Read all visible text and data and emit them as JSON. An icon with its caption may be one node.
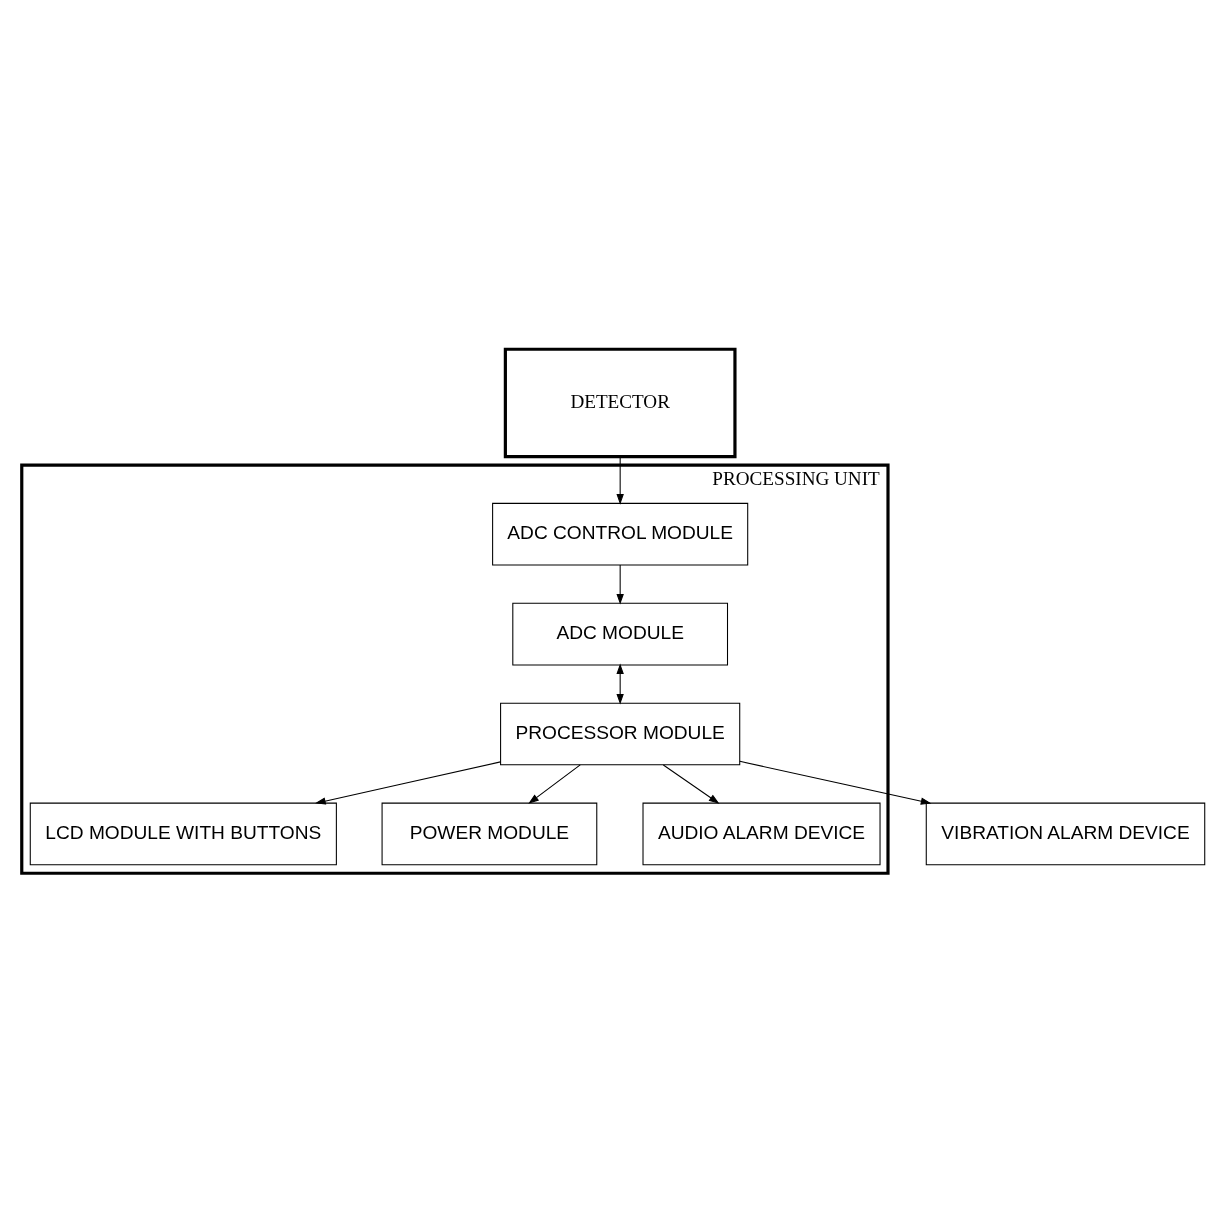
{
  "diagram": {
    "nodes": [
      {
        "text": [
          "DETECTOR"
        ]
      },
      {
        "text": [
          "PROCESSING UNIT"
        ]
      },
      {
        "text": [
          "ADC MODULE"
        ],
        "in": 1
      },
      {
        "text": [
          "ADC CONTROL MODULE"
        ],
        "in": 1
      },
      {
        "text": [
          "PROCESSOR MODULE"
        ],
        "in": 1
      },
      {
        "text": [
          "LCD MODULE WITH BUTTONS"
        ],
        "in": 1
      },
      {
        "text": [
          "POWER MODULE"
        ],
        "in": 1
      },
      {
        "text": [
          "AUDIO ALARM DEVICE"
        ],
        "in": 1
      },
      {
        "text": [
          "VIBRATION ALARM DEVICE"
        ]
      }
    ],
    "edges": [
      {
        "from": 0,
        "to": 3,
        "arrow": "to"
      },
      {
        "from": 3,
        "to": 2,
        "arrow": "to"
      },
      {
        "from": 2,
        "to": 4,
        "arrow": "both"
      },
      {
        "from": 4,
        "to": 5,
        "arrow": "to"
      },
      {
        "from": 4,
        "to": 6,
        "arrow": "to"
      },
      {
        "from": 4,
        "to": 7,
        "arrow": "to"
      },
      {
        "from": 4,
        "to": 8,
        "arrow": "to"
      }
    ]
  }
}
